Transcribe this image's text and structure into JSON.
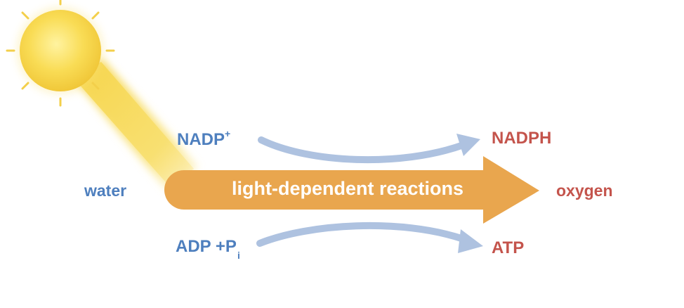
{
  "colors": {
    "input_text": "#4e7fbe",
    "output_text": "#c4544c",
    "main_arrow": "#e9a64e",
    "side_arrows": "#aec2e0",
    "sun": "#f7d64a",
    "sun_ray": "#f5d24a"
  },
  "sun": {
    "icon": "sun-icon"
  },
  "main_arrow": {
    "label": "light-dependent reactions"
  },
  "inputs": {
    "water": "water",
    "nadp": "NADP",
    "nadp_charge": "+",
    "adp": "ADP +P",
    "adp_subscript": "i"
  },
  "outputs": {
    "nadph": "NADPH",
    "oxygen": "oxygen",
    "atp": "ATP"
  }
}
